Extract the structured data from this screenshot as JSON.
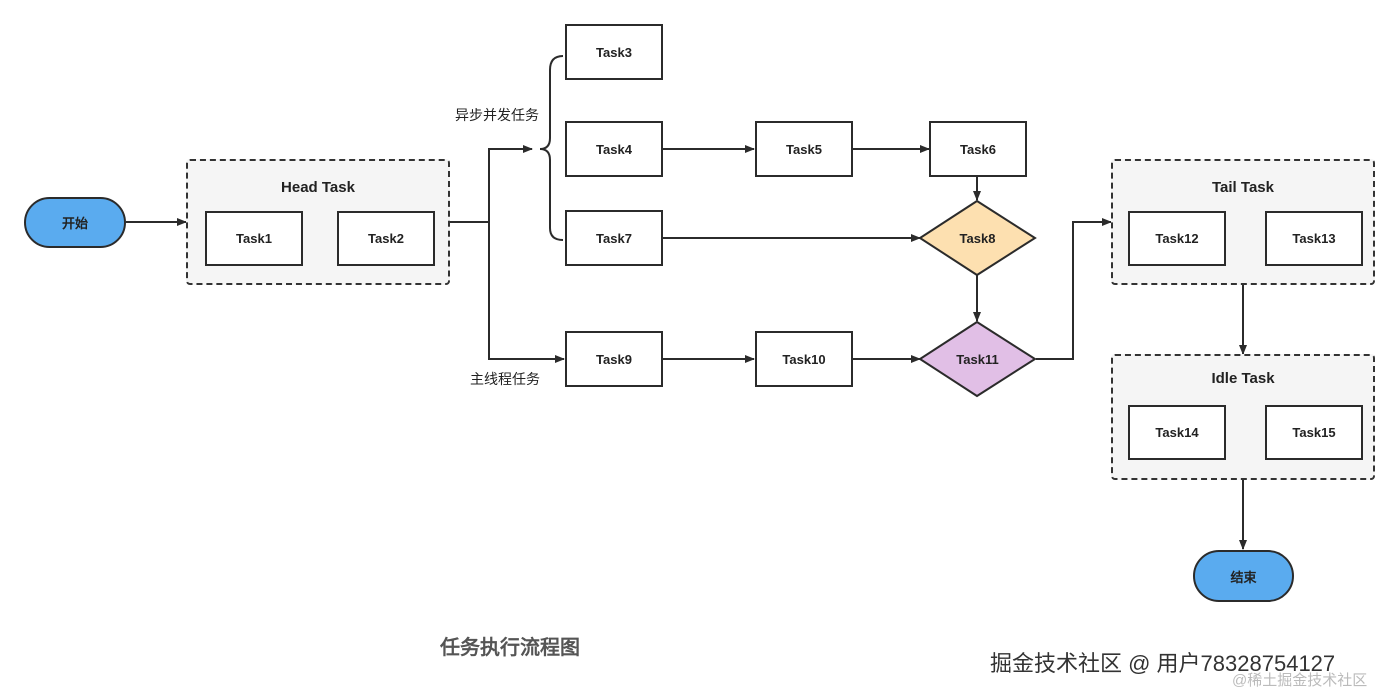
{
  "start": {
    "label": "开始"
  },
  "end": {
    "label": "结束"
  },
  "groups": {
    "head": {
      "title": "Head Task",
      "tasks": [
        "Task1",
        "Task2"
      ]
    },
    "tail": {
      "title": "Tail Task",
      "tasks": [
        "Task12",
        "Task13"
      ]
    },
    "idle": {
      "title": "Idle Task",
      "tasks": [
        "Task14",
        "Task15"
      ]
    }
  },
  "tasks": {
    "task3": "Task3",
    "task4": "Task4",
    "task5": "Task5",
    "task6": "Task6",
    "task7": "Task7",
    "task9": "Task9",
    "task10": "Task10"
  },
  "decisions": {
    "task8": {
      "label": "Task8",
      "color": "#fde0b0"
    },
    "task11": {
      "label": "Task11",
      "color": "#e1bfe6"
    }
  },
  "edge_labels": {
    "async": "异步并发任务",
    "main": "主线程任务"
  },
  "caption": "任务执行流程图",
  "watermark": {
    "main": "掘金技术社区 @ 用户78328754127",
    "sub": "@稀土掘金技术社区"
  }
}
